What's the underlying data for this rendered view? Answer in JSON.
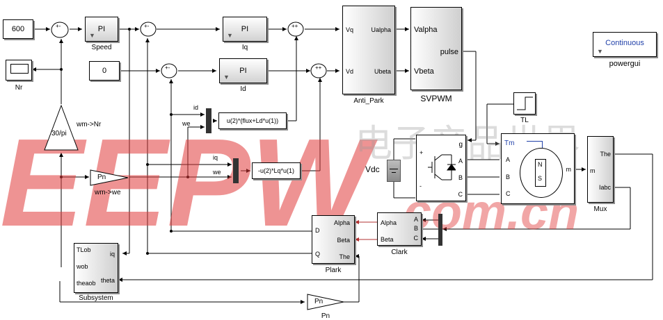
{
  "blocks": {
    "const_600": "600",
    "const_0": "0",
    "pi_speed": "PI",
    "pi_iq": "PI",
    "pi_id": "PI",
    "sum_sign_pm": "+-",
    "sum_sign_pp": "++",
    "fcn_flux": "u(2)*(flux+Ld*u(1))",
    "fcn_lq": "-u(2)*Lq*u(1)",
    "gain_wm_nr": "30/pi",
    "gain_pn": "Pn",
    "gain_pn_bottom": "Pn",
    "anti_park": {
      "vq": "Vq",
      "vd": "Vd",
      "ualpha": "Ualpha",
      "ubeta": "Ubeta"
    },
    "svpwm": {
      "valpha": "Valpha",
      "vbeta": "Vbeta",
      "pulse": "pulse"
    },
    "inverter": {
      "g": "g",
      "a": "A",
      "b": "B",
      "c": "C",
      "plus": "+",
      "minus": "-"
    },
    "motor": {
      "tm": "Tm",
      "a": "A",
      "b": "B",
      "c": "C",
      "m": "m",
      "n": "N",
      "s": "S"
    },
    "mux": {
      "m": "m",
      "the": "The",
      "iabc": "Iabc"
    },
    "clark": {
      "a": "A",
      "b": "B",
      "c": "C",
      "alpha": "Alpha",
      "beta": "Beta"
    },
    "park": {
      "alpha": "Alpha",
      "beta": "Beta",
      "the": "The",
      "d": "D",
      "q": "Q"
    },
    "subsystem": {
      "tlob": "TLob",
      "wob": "wob",
      "theaob": "theaob",
      "iq": "iq",
      "theta": "theta"
    },
    "powergui": "Continuous"
  },
  "captions": {
    "speed": "Speed",
    "iq": "Iq",
    "id": "Id",
    "nr": "Nr",
    "anti_park": "Anti_Park",
    "svpwm": "SVPWM",
    "powergui": "powergui",
    "tl": "TL",
    "vdc": "Vdc",
    "clark": "Clark",
    "plark": "Plark",
    "mux": "Mux",
    "subsystem": "Subsystem",
    "pn": "Pn",
    "wm_nr": "wm->Nr",
    "wm_we": "wm->we"
  },
  "signals": {
    "id": "id",
    "we1": "we",
    "iq": "iq",
    "we2": "we"
  },
  "watermark": {
    "eepw": "EEPW",
    "com_cn": ".com.cn",
    "chinese": "电子产品世界",
    "color": "#e03a3a"
  }
}
